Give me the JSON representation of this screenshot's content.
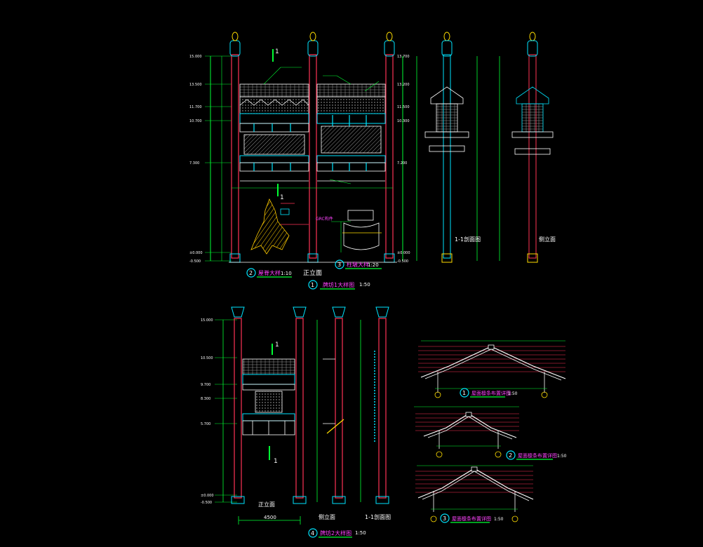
{
  "drawing": {
    "top_sheet": {
      "title": "牌坊1大样图",
      "title_no": "1",
      "title_scale": "1:50",
      "front_elevation_label": "正立面",
      "section_label": "1-1剖面图",
      "side_elevation_label": "侧立面",
      "detail2_label": "屋脊大样",
      "detail2_no": "2",
      "detail2_scale": "1:10",
      "detail3_label": "柱墩大样",
      "detail3_no": "3",
      "detail3_scale": "1:20",
      "grc_note": "GRC构件",
      "section_mark": "1",
      "elev_left": [
        "15.000",
        "13.500",
        "11.700",
        "10.700",
        "7.300",
        "±0.000",
        "-0.500"
      ],
      "elev_right": [
        "13.700",
        "13.200",
        "11.500",
        "10.300",
        "7.200",
        "±0.000",
        "-0.500"
      ]
    },
    "bottom_sheet": {
      "title": "牌坊2大样图",
      "title_no": "4",
      "title_scale": "1:50",
      "front_elevation_label": "正立面",
      "side_elevation_label": "侧立面",
      "section_label": "1-1剖面图",
      "width_dim": "4500",
      "section_mark": "1",
      "elev_left": [
        "15.000",
        "10.500",
        "9.700",
        "8.300",
        "5.700",
        "±0.000",
        "-0.500"
      ]
    },
    "roof_details": [
      {
        "no": "1",
        "label": "屋面檩条布置详图",
        "scale": "1:50"
      },
      {
        "no": "2",
        "label": "屋面檩条布置详图",
        "scale": "1:50"
      },
      {
        "no": "3",
        "label": "屋面檩条布置详图",
        "scale": "1:50"
      }
    ]
  },
  "colors": {
    "background": "#000000",
    "column": "#ff3355",
    "dimension": "#00ff33",
    "cyan": "#00e5ff",
    "white": "#ffffff",
    "yellow": "#ffdd00",
    "magenta": "#ff44ff",
    "hatch": "#c8c8c8"
  }
}
